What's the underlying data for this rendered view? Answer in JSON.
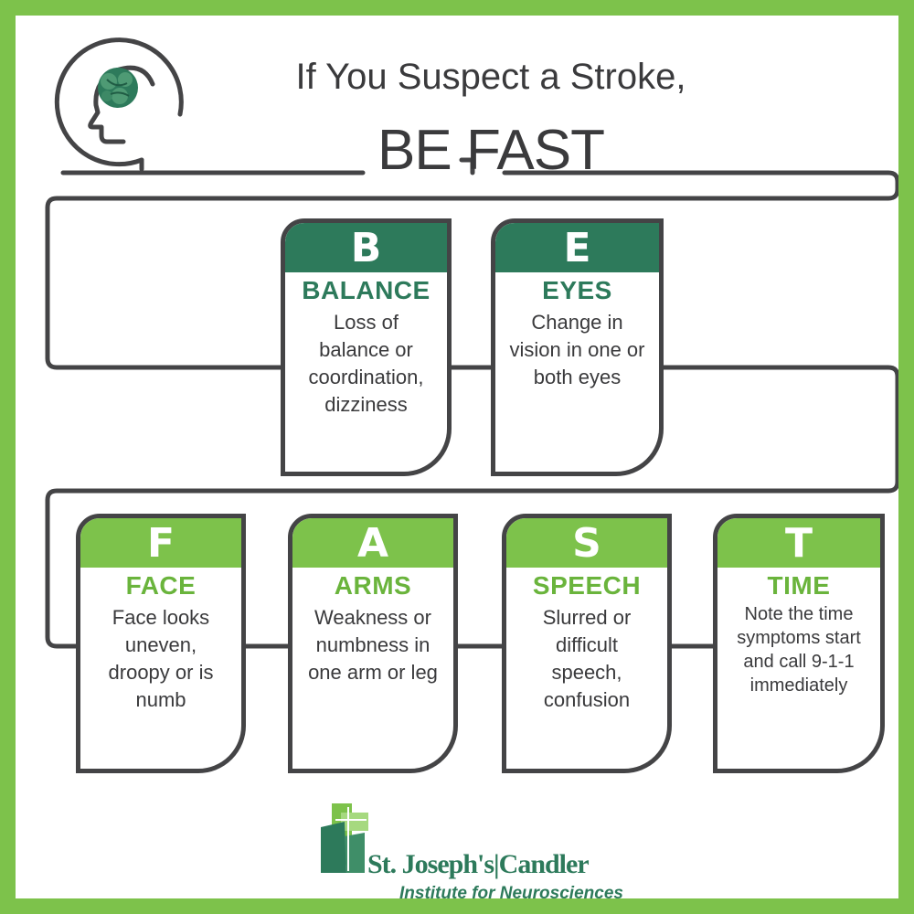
{
  "title": {
    "line1": "If You Suspect a Stroke,",
    "line2": "BE FAST"
  },
  "icons": {
    "head": "head-with-brain-icon",
    "logo": "st-josephs-candler-logo-mark"
  },
  "colors": {
    "border": "#7dc24b",
    "dark_green": "#2d7a5b",
    "light_green": "#7dc24b",
    "line": "#444446"
  },
  "cards": [
    {
      "letter": "B",
      "word": "BALANCE",
      "description": "Loss of balance or coordination, dizziness"
    },
    {
      "letter": "E",
      "word": "EYES",
      "description": "Change in vision in one or both eyes"
    },
    {
      "letter": "F",
      "word": "FACE",
      "description": "Face looks uneven, droopy or is numb"
    },
    {
      "letter": "A",
      "word": "ARMS",
      "description": "Weakness or numbness in one arm or leg"
    },
    {
      "letter": "S",
      "word": "SPEECH",
      "description": "Slurred or difficult speech, confusion"
    },
    {
      "letter": "T",
      "word": "TIME",
      "description": "Note the time symptoms start and call 9-1-1 immediately"
    }
  ],
  "logo": {
    "name": "St. Joseph's|Candler",
    "subtitle": "Institute for Neurosciences"
  }
}
